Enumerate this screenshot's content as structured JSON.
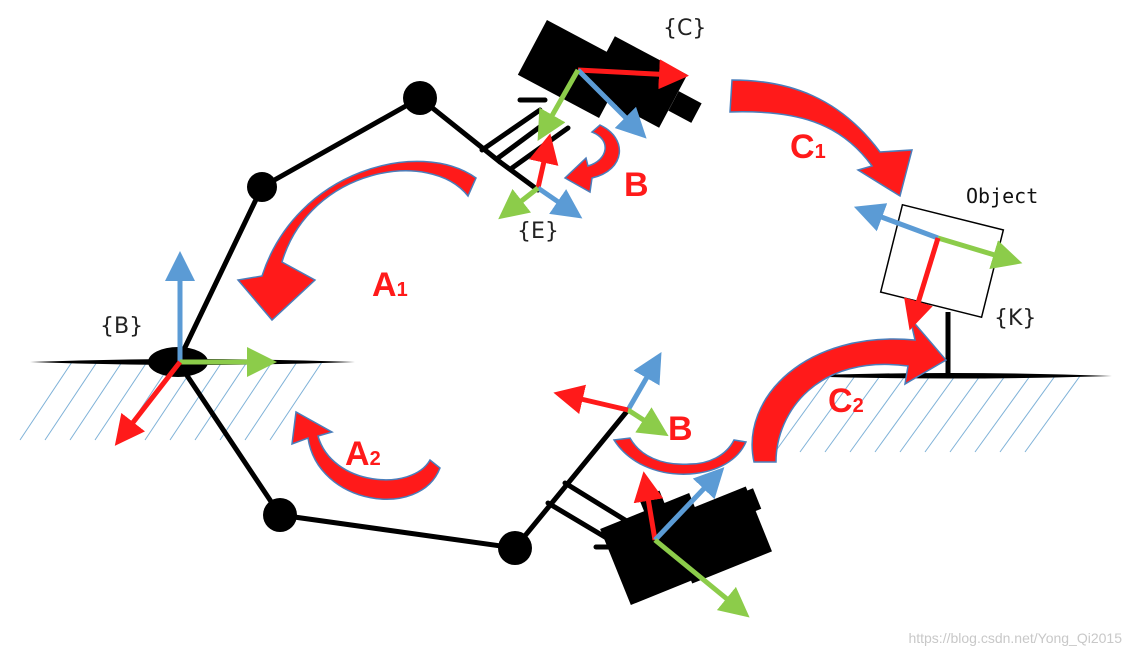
{
  "frames": {
    "base": "{B}",
    "camera": "{C}",
    "end_effector": "{E}",
    "object_mount": "{K}"
  },
  "object_label": "Object",
  "transforms": {
    "a1": {
      "letter": "A",
      "sub": "1"
    },
    "a2": {
      "letter": "A",
      "sub": "2"
    },
    "b_top": {
      "letter": "B"
    },
    "b_bottom": {
      "letter": "B"
    },
    "c1": {
      "letter": "C",
      "sub": "1"
    },
    "c2": {
      "letter": "C",
      "sub": "2"
    }
  },
  "watermark": "https://blog.csdn.net/Yong_Qi2015",
  "colors": {
    "axis_x": "#ff1a1a",
    "axis_y": "#8ccc4a",
    "axis_z": "#5b9bd5",
    "transform_arrow": "#ff1a1a",
    "arrow_outline": "#4a7ebb",
    "link": "#000000",
    "ground_hatch": "#7fb2d8"
  }
}
